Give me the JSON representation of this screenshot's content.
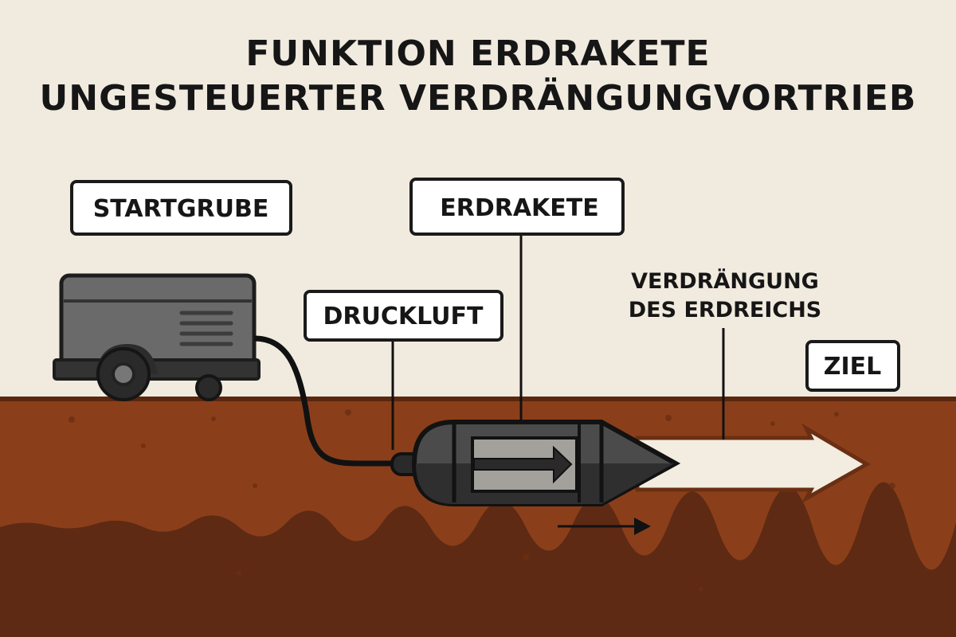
{
  "title": {
    "line1": "FUNKTION ERDRAKETE",
    "line2": "UNGESTEUERTER VERDRÄNGUNGVORTRIEB"
  },
  "labels": {
    "startgrube": "STARTGRUBE",
    "erdrakete": "ERDRAKETE",
    "druckluft": "DRUCKLUFT",
    "verdraengung_line1": "VERDRÄNGUNG",
    "verdraengung_line2": "DES ERDREICHS",
    "ziel": "ZIEL"
  },
  "colors": {
    "background": "#f1eadf",
    "soil": "#8a3f1a",
    "deep_soil": "#5e2a14",
    "machine": "#4a4a4a",
    "outline": "#161616"
  }
}
